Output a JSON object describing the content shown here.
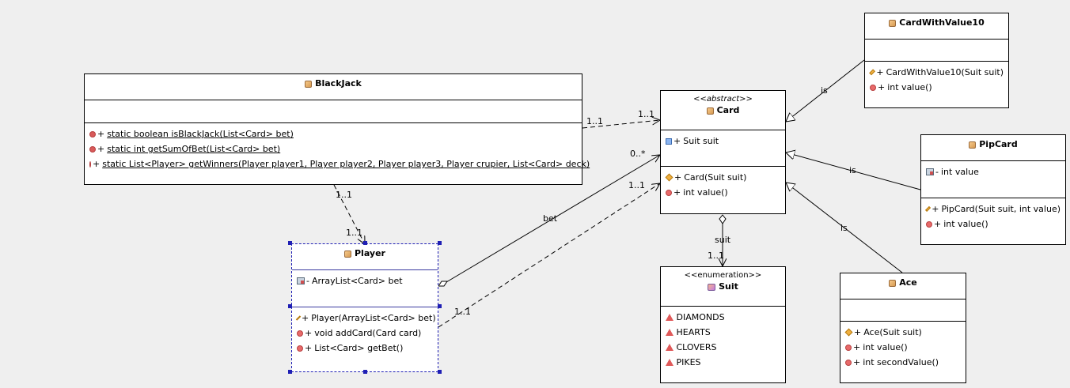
{
  "classes": {
    "blackjack": {
      "name": "BlackJack",
      "methods": [
        {
          "vis": "+",
          "text": "static boolean isBlackJack(List<Card> bet)"
        },
        {
          "vis": "+",
          "text": "static int getSumOfBet(List<Card> bet)"
        },
        {
          "vis": "+",
          "text": "static List<Player> getWinners(Player player1, Player player2, Player player3, Player crupier, List<Card> deck)"
        }
      ]
    },
    "player": {
      "name": "Player",
      "fields": [
        {
          "vis": "-",
          "text": "ArrayList<Card> bet"
        }
      ],
      "constructor": {
        "vis": "+",
        "text": "Player(ArrayList<Card> bet)"
      },
      "methods": [
        {
          "vis": "+",
          "text": "void addCard(Card card)"
        },
        {
          "vis": "+",
          "text": "List<Card> getBet()"
        }
      ]
    },
    "card": {
      "stereotype": "<<abstract>>",
      "name": "Card",
      "fields": [
        {
          "vis": "+",
          "text": "Suit suit"
        }
      ],
      "constructor": {
        "vis": "+",
        "text": "Card(Suit suit)"
      },
      "methods": [
        {
          "vis": "+",
          "text": "int value()"
        }
      ]
    },
    "suit": {
      "stereotype": "<<enumeration>>",
      "name": "Suit",
      "literals": [
        "DIAMONDS",
        "HEARTS",
        "CLOVERS",
        "PIKES"
      ]
    },
    "cardwithvalue10": {
      "name": "CardWithValue10",
      "constructor": {
        "vis": "+",
        "text": "CardWithValue10(Suit suit)"
      },
      "methods": [
        {
          "vis": "+",
          "text": "int value()"
        }
      ]
    },
    "pipcard": {
      "name": "PipCard",
      "fields": [
        {
          "vis": "-",
          "text": "int value"
        }
      ],
      "constructor": {
        "vis": "+",
        "text": "PipCard(Suit suit, int value)"
      },
      "methods": [
        {
          "vis": "+",
          "text": "int value()"
        }
      ]
    },
    "ace": {
      "name": "Ace",
      "constructor": {
        "vis": "+",
        "text": "Ace(Suit suit)"
      },
      "methods": [
        {
          "vis": "+",
          "text": "int value()"
        },
        {
          "vis": "+",
          "text": "int secondValue()"
        }
      ]
    }
  },
  "edge_labels": {
    "bj_card_src": "1..1",
    "bj_card_dst": "1..1",
    "bj_player_src": "1..1",
    "bj_player_dst": "1..1",
    "bet_label": "bet",
    "bet_mult": "0..*",
    "player_card_src": "1..1",
    "player_card_dst": "1..1",
    "suit_label": "suit",
    "suit_mult": "1..1",
    "is_cwv10": "is",
    "is_pip": "is",
    "is_ace": "is"
  },
  "colors": {
    "selection": "#1f1fb4",
    "background": "#efefef"
  }
}
